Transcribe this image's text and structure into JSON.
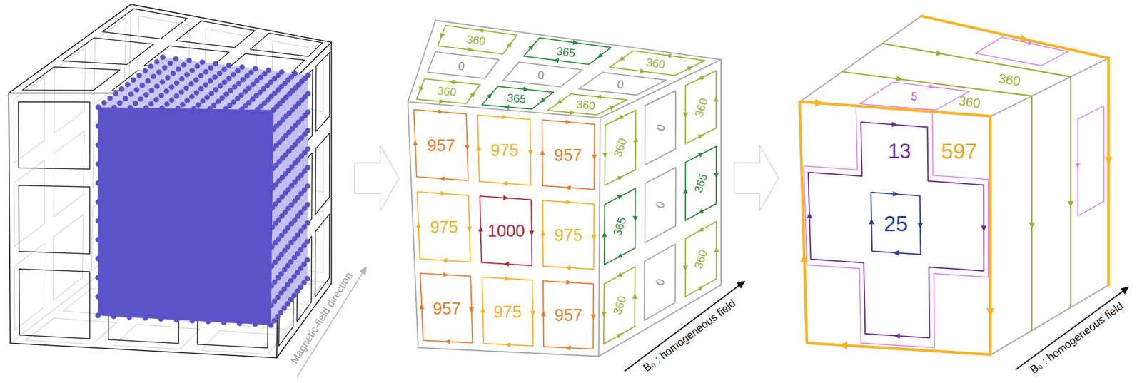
{
  "diagram": {
    "nodes": [
      {
        "text": [
          "360"
        ]
      },
      {
        "text": [
          "365"
        ]
      },
      {
        "text": [
          "360"
        ]
      },
      {
        "text": [
          "0"
        ]
      },
      {
        "text": [
          "0"
        ]
      },
      {
        "text": [
          "0"
        ]
      },
      {
        "text": [
          "360"
        ]
      },
      {
        "text": [
          "365"
        ]
      },
      {
        "text": [
          "360"
        ]
      },
      {
        "text": [
          "957"
        ]
      },
      {
        "text": [
          "975"
        ]
      },
      {
        "text": [
          "957"
        ]
      },
      {
        "text": [
          "975"
        ]
      },
      {
        "text": [
          "1000"
        ]
      },
      {
        "text": [
          "975"
        ]
      },
      {
        "text": [
          "957"
        ]
      },
      {
        "text": [
          "975"
        ]
      },
      {
        "text": [
          "957"
        ]
      },
      {
        "text": [
          "360"
        ]
      },
      {
        "text": [
          "0"
        ]
      },
      {
        "text": [
          "360"
        ]
      },
      {
        "text": [
          "365"
        ]
      },
      {
        "text": [
          "0"
        ]
      },
      {
        "text": [
          "365"
        ]
      },
      {
        "text": [
          "360"
        ]
      },
      {
        "text": [
          "0"
        ]
      },
      {
        "text": [
          "360"
        ]
      },
      {
        "text": [
          "360"
        ]
      },
      {
        "text": [
          "360"
        ]
      },
      {
        "text": [
          "5"
        ]
      },
      {
        "text": [
          "597"
        ]
      },
      {
        "text": [
          "13"
        ],
        "in": 30
      },
      {
        "text": [
          "25"
        ],
        "in": 31
      }
    ],
    "labels": [
      "Magnetic-field direction",
      "B₀ : homogeneous field",
      "B₀ : homogeneous field"
    ]
  }
}
